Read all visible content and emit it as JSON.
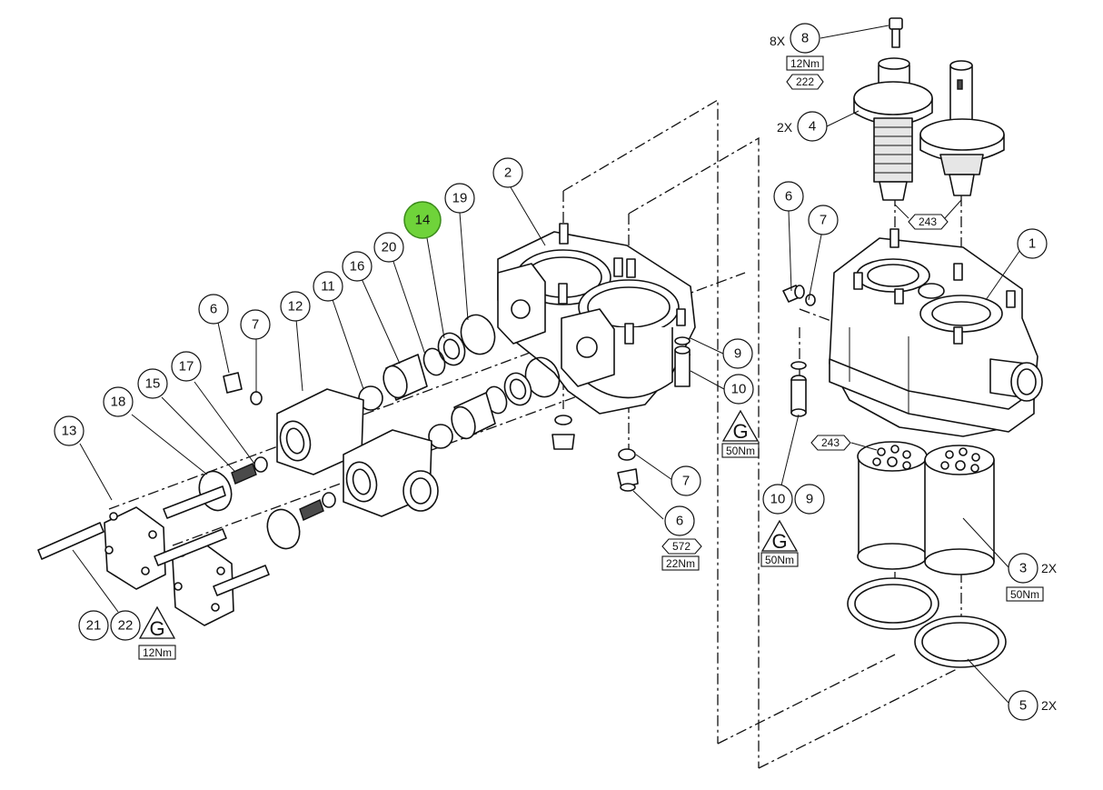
{
  "balloons": [
    {
      "id": "b8",
      "label": "8"
    },
    {
      "id": "b4",
      "label": "4"
    },
    {
      "id": "b6r",
      "label": "6"
    },
    {
      "id": "b7r",
      "label": "7"
    },
    {
      "id": "b1",
      "label": "1"
    },
    {
      "id": "b2",
      "label": "2"
    },
    {
      "id": "b19",
      "label": "19"
    },
    {
      "id": "b14",
      "label": "14",
      "highlight": true
    },
    {
      "id": "b20",
      "label": "20"
    },
    {
      "id": "b16",
      "label": "16"
    },
    {
      "id": "b11",
      "label": "11"
    },
    {
      "id": "b12",
      "label": "12"
    },
    {
      "id": "b6l",
      "label": "6"
    },
    {
      "id": "b7l",
      "label": "7"
    },
    {
      "id": "b9",
      "label": "9"
    },
    {
      "id": "b10",
      "label": "10"
    },
    {
      "id": "b17",
      "label": "17"
    },
    {
      "id": "b15",
      "label": "15"
    },
    {
      "id": "b18",
      "label": "18"
    },
    {
      "id": "b13",
      "label": "13"
    },
    {
      "id": "b7c",
      "label": "7"
    },
    {
      "id": "b6c",
      "label": "6"
    },
    {
      "id": "b10b",
      "label": "10"
    },
    {
      "id": "b9b",
      "label": "9"
    },
    {
      "id": "b3",
      "label": "3"
    },
    {
      "id": "b5",
      "label": "5"
    },
    {
      "id": "b21",
      "label": "21"
    },
    {
      "id": "b22",
      "label": "22"
    }
  ],
  "quantities": {
    "q8": "8X",
    "q4": "2X",
    "q3": "2X",
    "q5": "2X"
  },
  "annotations": {
    "hex_222": "222",
    "hex_243_top": "243",
    "hex_243_side": "243",
    "hex_572": "572",
    "torque_12nm_top": "12Nm",
    "torque_50nm_a": "50Nm",
    "torque_22nm": "22Nm",
    "torque_50nm_b": "50Nm",
    "torque_50nm_c": "50Nm",
    "torque_12nm_bottom": "12Nm",
    "grease_symbol": "G"
  },
  "colors": {
    "highlight": "#6fd33a",
    "ink": "#111111"
  }
}
